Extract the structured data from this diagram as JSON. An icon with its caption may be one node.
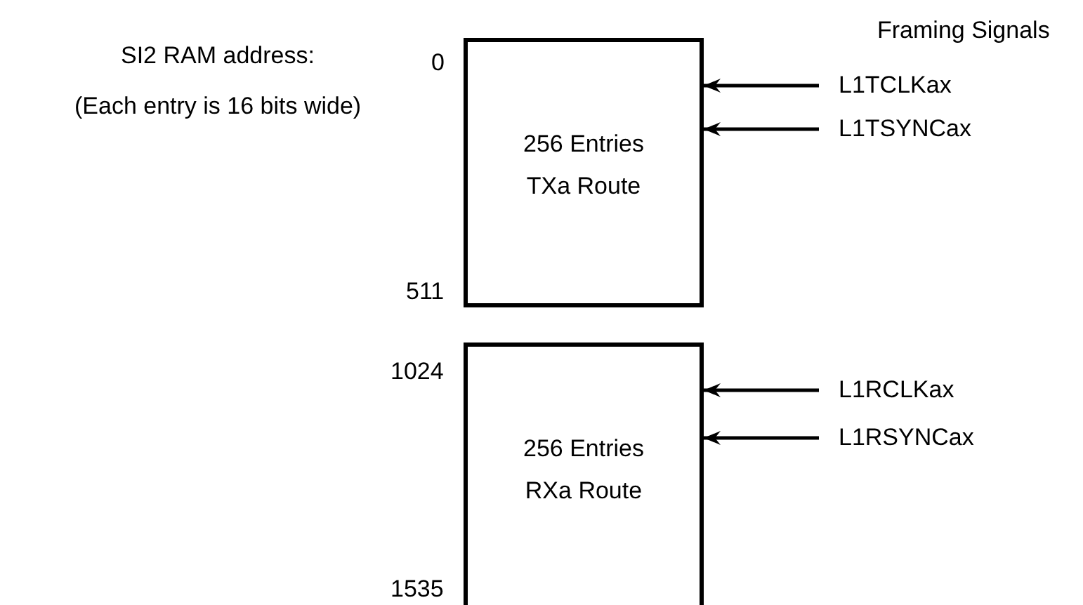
{
  "diagram": {
    "nodes": [
      {
        "text": [
          "256 Entries TXa Route"
        ]
      },
      {
        "text": [
          "256 Entries RXa Route"
        ]
      },
      {
        "text": [
          "L1TCLKax"
        ]
      },
      {
        "text": [
          "L1TSYNCax"
        ]
      },
      {
        "text": [
          "L1RCLKax"
        ]
      },
      {
        "text": [
          "L1RSYNCax"
        ]
      }
    ],
    "edges": [
      {
        "from": 2,
        "to": 0,
        "arrow": "to"
      },
      {
        "from": 3,
        "to": 0,
        "arrow": "to"
      },
      {
        "from": 4,
        "to": 1,
        "arrow": "to"
      },
      {
        "from": 5,
        "to": 1,
        "arrow": "to"
      }
    ],
    "labels": [
      "SI2 RAM address:",
      "(Each entry is 16 bits wide)",
      "Framing Signals",
      "0",
      "511",
      "1024",
      "1535"
    ]
  }
}
